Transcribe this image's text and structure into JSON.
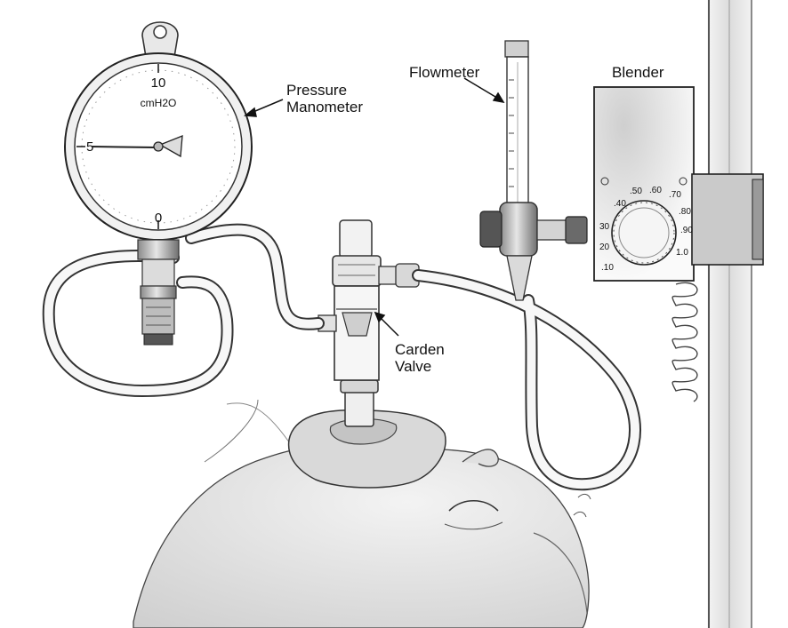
{
  "labels": {
    "pressure_line1": "Pressure",
    "pressure_line2": "Manometer",
    "flowmeter": "Flowmeter",
    "blender": "Blender",
    "valve_line1": "Carden",
    "valve_line2": "Valve"
  },
  "manometer": {
    "unit": "cmH2O",
    "ticks": [
      "10",
      "5",
      "0"
    ]
  },
  "blender_dial": {
    "ticks": [
      ".40",
      ".50",
      ".60",
      ".70",
      ".80",
      ".90",
      "30",
      "20",
      "1.0",
      ".10"
    ]
  }
}
